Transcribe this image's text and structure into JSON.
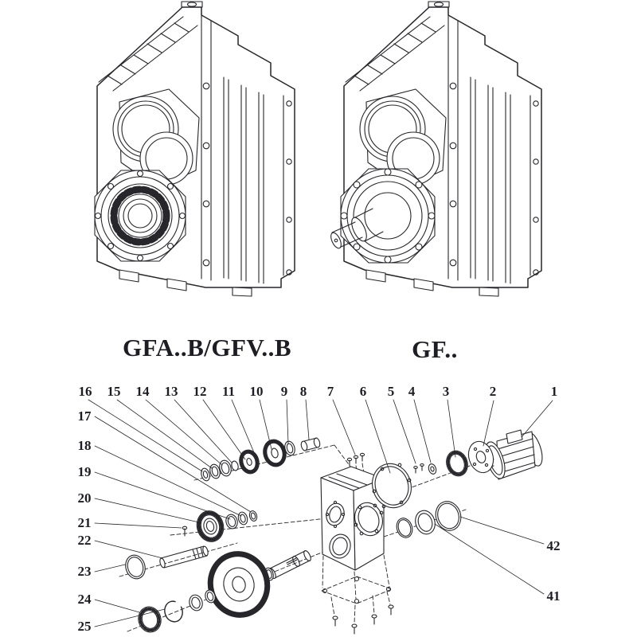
{
  "colors": {
    "background": "#ffffff",
    "ink": "#26262b"
  },
  "models": {
    "left_label": "GFA..B/GFV..B",
    "right_label": "GF.."
  },
  "callouts": {
    "top": [
      "16",
      "15",
      "14",
      "13",
      "12",
      "11",
      "10",
      "9",
      "8",
      "7",
      "6",
      "5",
      "4",
      "3",
      "2",
      "1"
    ],
    "left": [
      "17",
      "18",
      "19",
      "20",
      "21",
      "22",
      "23",
      "24",
      "25"
    ],
    "right": [
      "42",
      "41"
    ]
  }
}
